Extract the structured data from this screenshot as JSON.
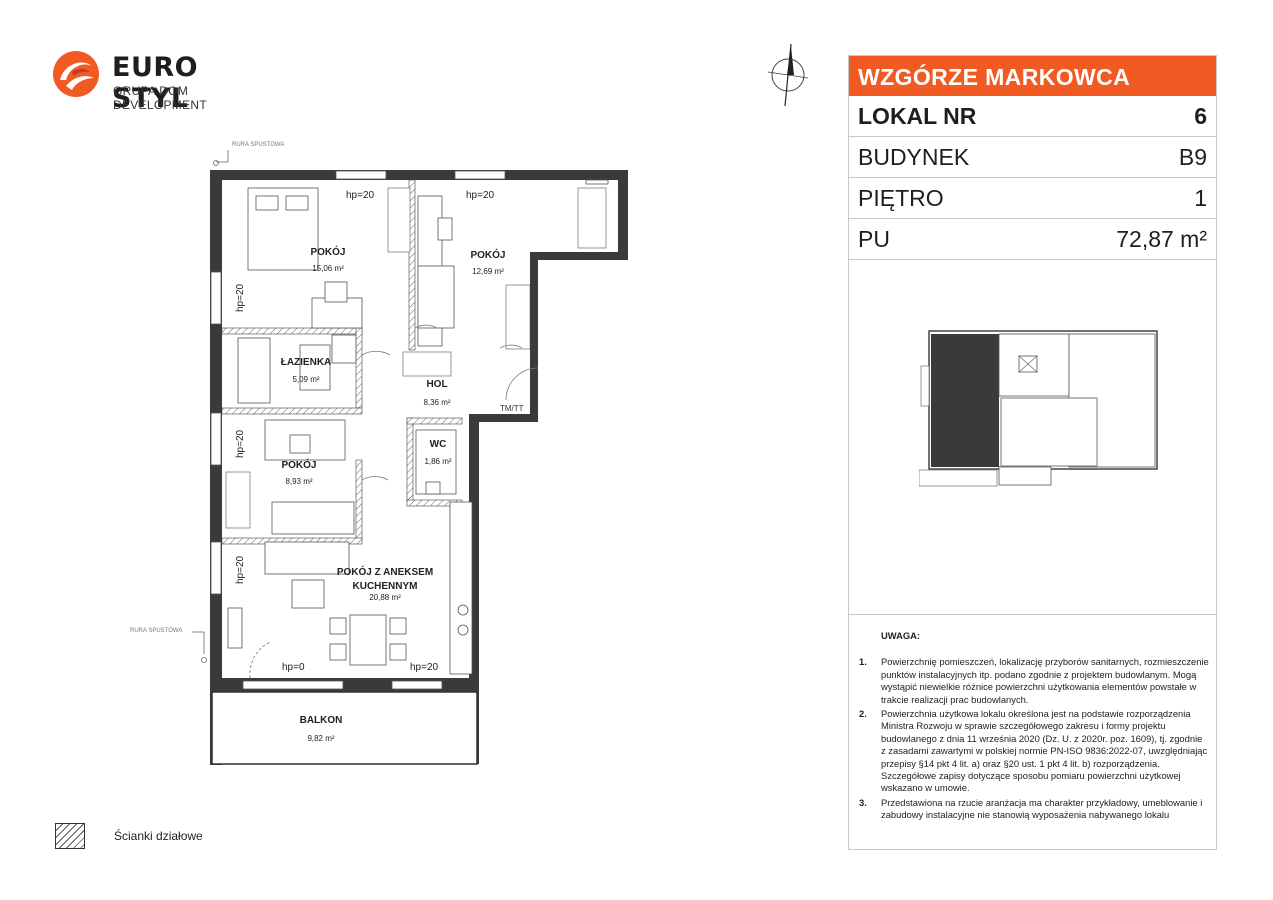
{
  "brand": {
    "name": "EURO STYL",
    "subtitle": "GRUPA DOM DEVELOPMENT",
    "accent": "#f15a22"
  },
  "panel": {
    "project": "WZGÓRZE MARKOWCA",
    "rows": [
      {
        "label": "LOKAL NR",
        "value": "6"
      },
      {
        "label": "BUDYNEK",
        "value": "B9"
      },
      {
        "label": "PIĘTRO",
        "value": "1"
      },
      {
        "label": "PU",
        "value": "72,87 m²"
      }
    ]
  },
  "plan": {
    "rooms": [
      {
        "name": "POKÓJ",
        "area": "15,06 m²"
      },
      {
        "name": "POKÓJ",
        "area": "12,69 m²"
      },
      {
        "name": "ŁAZIENKA",
        "area": "5,09 m²"
      },
      {
        "name": "HOL",
        "area": "8,36 m²"
      },
      {
        "name": "WC",
        "area": "1,86 m²"
      },
      {
        "name": "POKÓJ",
        "area": "8,93 m²"
      },
      {
        "name": "POKÓJ Z ANEKSEM",
        "name2": "KUCHENNYM",
        "area": "20,88 m²"
      },
      {
        "name": "BALKON",
        "area": "9,82 m²"
      }
    ],
    "window_labels": [
      "hp=20",
      "hp=20",
      "hp=20",
      "hp=20",
      "hp=20",
      "hp=0",
      "hp=20"
    ],
    "pipe_labels": [
      "RURA SPUSTOWA",
      "RURA SPUSTOWA"
    ],
    "tmtt": "TM/TT"
  },
  "notes": {
    "title": "UWAGA:",
    "items": [
      {
        "num": "1.",
        "text": "Powierzchnię pomieszczeń, lokalizację przyborów sanitarnych, rozmieszczenie punktów instalacyjnych itp. podano zgodnie z projektem budowlanym. Mogą wystąpić niewielkie różnice powierzchni użytkowania elementów powstałe w trakcie realizacji prac budowlanych."
      },
      {
        "num": "2.",
        "text": "Powierzchnia użytkowa lokalu określona jest na podstawie rozporządzenia Ministra Rozwoju w sprawie szczegółowego zakresu i formy projektu budowlanego z dnia 11 września 2020 (Dz. U. z 2020r. poz. 1609), tj. zgodnie z zasadami zawartymi w polskiej normie PN-ISO 9836:2022-07, uwzględniając przepisy §14 pkt 4 lit. a) oraz §20 ust. 1 pkt 4 lit. b) rozporządzenia. Szczegółowe zapisy dotyczące sposobu pomiaru powierzchni użytkowej wskazano w umowie."
      },
      {
        "num": "3.",
        "text": "Przedstawiona na rzucie aranżacja ma charakter przykładowy, umeblowanie i zabudowy instalacyjne nie stanowią wyposażenia nabywanego lokalu"
      }
    ]
  },
  "legend": {
    "label": "Ścianki działowe"
  }
}
